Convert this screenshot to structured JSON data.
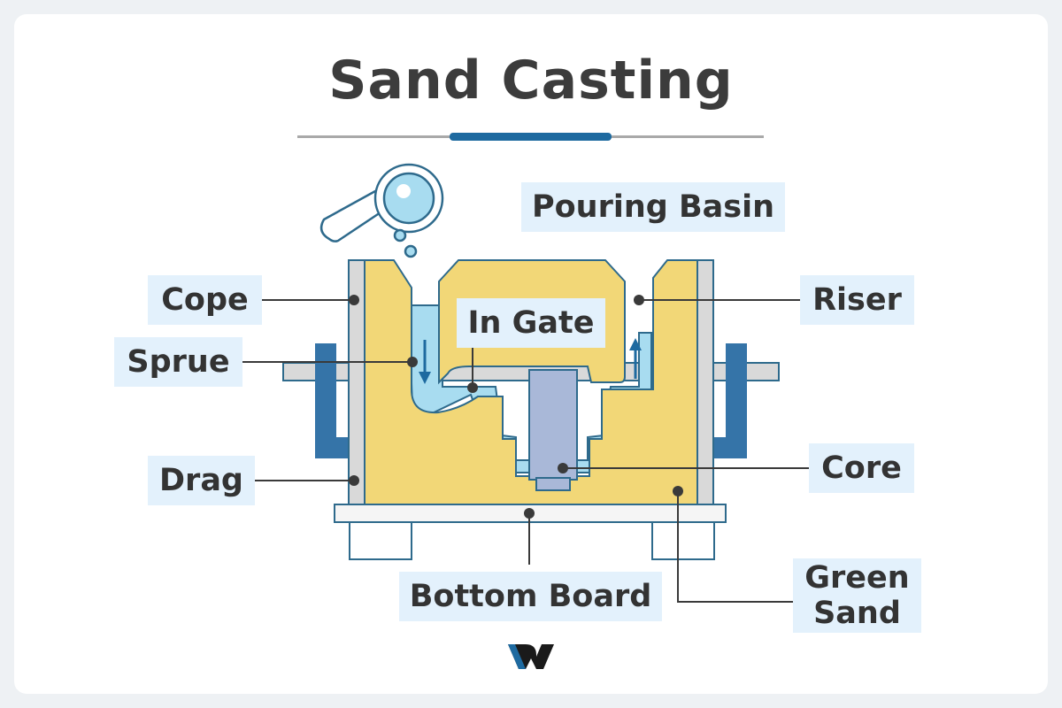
{
  "title": "Sand Casting",
  "labels": {
    "pouring_basin": "Pouring Basin",
    "cope": "Cope",
    "riser": "Riser",
    "in_gate": "In Gate",
    "sprue": "Sprue",
    "drag": "Drag",
    "core": "Core",
    "bottom_board": "Bottom Board",
    "green_sand": "Green Sand"
  },
  "logo": "W",
  "colors": {
    "sand": "#f2d777",
    "outline": "#2e6a8c",
    "metal": "#a8dcf0",
    "core": "#a9b8d8",
    "clamp": "#3574a8",
    "frame": "#d9d9d9",
    "accent": "#1e6aa0",
    "label_bg": "#e3f1fc"
  }
}
